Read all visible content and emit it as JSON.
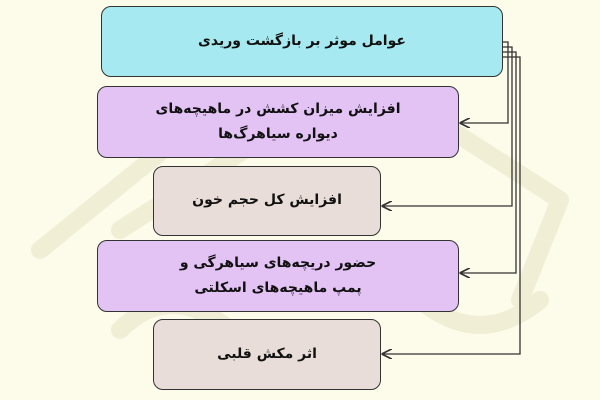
{
  "diagram": {
    "title": "عوامل موثر بر بازگشت وریدی",
    "items": [
      {
        "label": "افزایش میزان کشش در ماهیچه‌های\nدیواره سیاهرگ‌ها"
      },
      {
        "label": "افزایش کل حجم خون"
      },
      {
        "label": "حضور دریچه‌های سیاهرگی و\nپمپ ماهیچه‌های اسکلتی"
      },
      {
        "label": "اثر مکش قلبی"
      }
    ]
  },
  "colors": {
    "background": "#fdfbea",
    "title_fill": "#a6e9f0",
    "purple_fill": "#e3c2f4",
    "beige_fill": "#e8ddd8",
    "line": "#333333"
  }
}
